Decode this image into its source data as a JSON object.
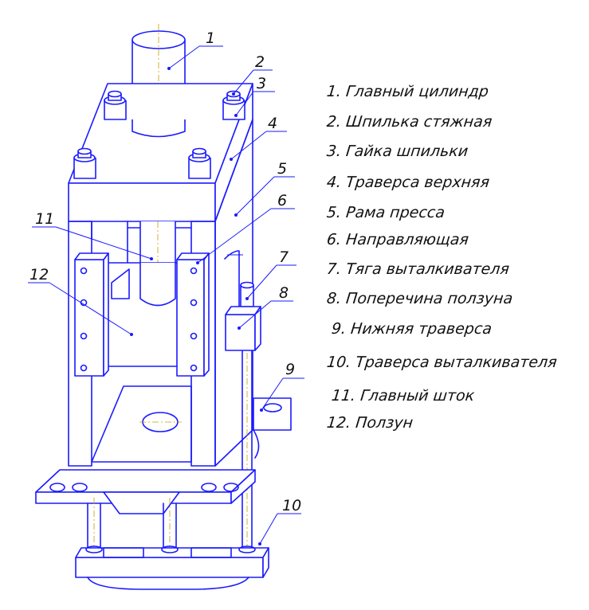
{
  "callouts": [
    "1",
    "2",
    "3",
    "4",
    "5",
    "6",
    "7",
    "8",
    "9",
    "10",
    "11",
    "12"
  ],
  "legend": [
    "1. Главный цилиндр",
    "2. Шпилька стяжная",
    "3. Гайка шпильки",
    "4. Траверса верхняя",
    "5. Рама пресса",
    "6. Направляющая",
    "7. Тяга выталкивателя",
    "8. Поперечина ползуна",
    "9. Нижняя траверса",
    "10. Траверса выталкивателя",
    "11. Главный шток",
    "12. Ползун"
  ],
  "colors": {
    "line": "#1a1aff",
    "axis": "#c8a000",
    "text": "#111111"
  }
}
